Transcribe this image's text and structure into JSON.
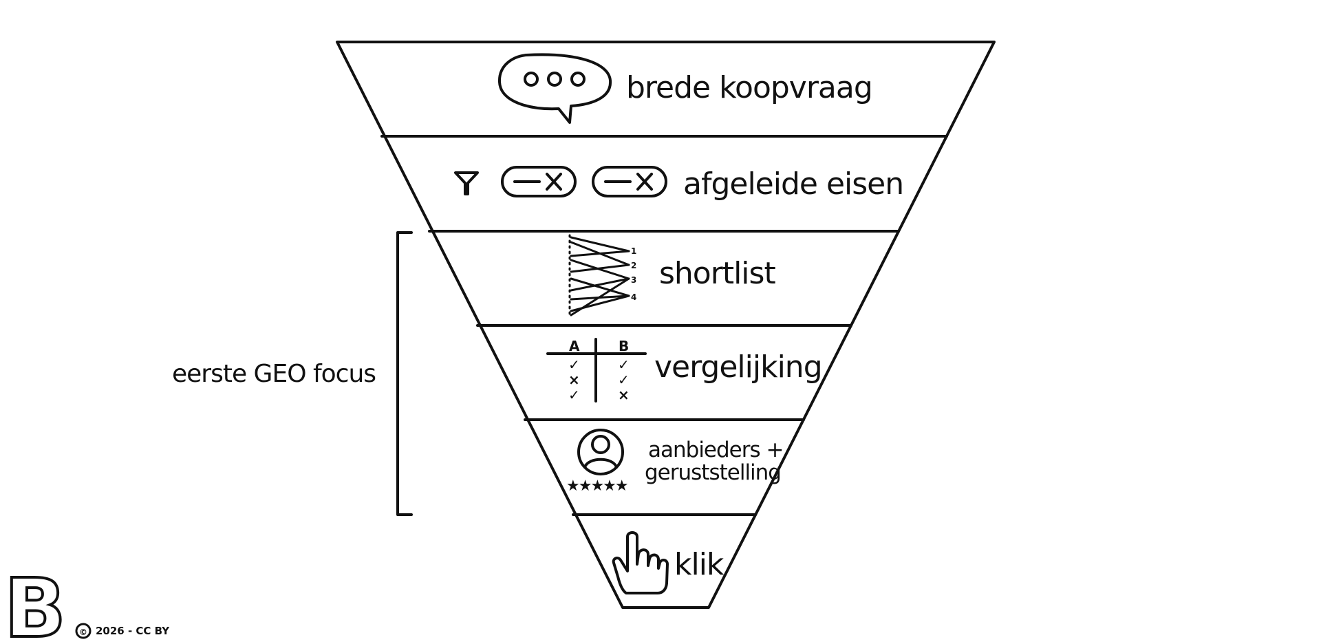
{
  "funnel": {
    "stages": [
      {
        "label": "brede koopvraag",
        "icon": "speech-bubble-icon"
      },
      {
        "label": "afgeleide eisen",
        "icon": "filter-chips-icon"
      },
      {
        "label": "shortlist",
        "icon": "ranking-lines-icon",
        "ranks": [
          "1",
          "2",
          "3",
          "4"
        ]
      },
      {
        "label": "vergelijking",
        "icon": "comparison-table-icon",
        "columns": [
          "A",
          "B"
        ],
        "col_a_marks": [
          "✓",
          "×",
          "✓"
        ],
        "col_b_marks": [
          "✓",
          "✓",
          "×"
        ]
      },
      {
        "label_line1": "aanbieders +",
        "label_line2": "geruststelling",
        "icon": "user-rating-icon",
        "stars": "★★★★★"
      },
      {
        "label": "klik",
        "icon": "pointing-hand-icon"
      }
    ]
  },
  "bracket": {
    "label": "eerste GEO focus"
  },
  "footer": {
    "logo_letter": "B",
    "copyright_symbol": "©",
    "copyright_text": "2026 - CC BY"
  }
}
